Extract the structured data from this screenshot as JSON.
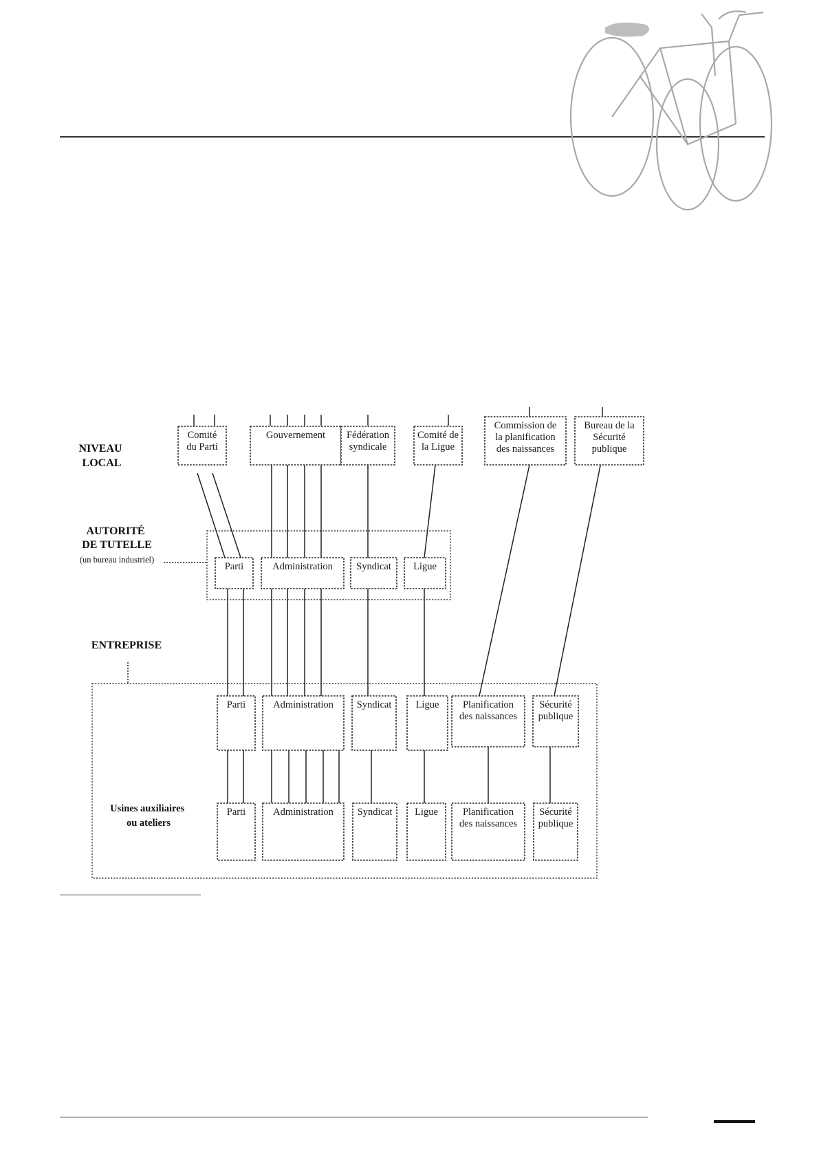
{
  "levels": {
    "local": [
      "NIVEAU",
      "LOCAL"
    ],
    "tutelle": [
      "AUTORITÉ",
      "DE TUTELLE"
    ],
    "tutelle_note": "(un bureau industriel)",
    "entreprise": "ENTREPRISE",
    "usines": [
      "Usines auxiliaires",
      "ou ateliers"
    ]
  },
  "local_boxes": [
    {
      "id": "comite-parti",
      "lines": [
        "Comité",
        "du Parti"
      ]
    },
    {
      "id": "gouvernement",
      "lines": [
        "Gouvernement"
      ]
    },
    {
      "id": "federation",
      "lines": [
        "Fédération",
        "syndicale"
      ]
    },
    {
      "id": "comite-ligue",
      "lines": [
        "Comité de",
        "la Ligue"
      ]
    },
    {
      "id": "commission",
      "lines": [
        "Commission de",
        "la planification",
        "des naissances"
      ]
    },
    {
      "id": "bureau-securite",
      "lines": [
        "Bureau de la",
        "Sécurité",
        "publique"
      ]
    }
  ],
  "tutelle_boxes": [
    {
      "id": "parti",
      "lines": [
        "Parti"
      ]
    },
    {
      "id": "administration",
      "lines": [
        "Administration"
      ]
    },
    {
      "id": "syndicat",
      "lines": [
        "Syndicat"
      ]
    },
    {
      "id": "ligue",
      "lines": [
        "Ligue"
      ]
    }
  ],
  "entreprise_boxes": [
    {
      "id": "parti",
      "lines": [
        "Parti"
      ]
    },
    {
      "id": "administration",
      "lines": [
        "Administration"
      ]
    },
    {
      "id": "syndicat",
      "lines": [
        "Syndicat"
      ]
    },
    {
      "id": "ligue",
      "lines": [
        "Ligue"
      ]
    },
    {
      "id": "planification",
      "lines": [
        "Planification",
        "des naissances"
      ]
    },
    {
      "id": "securite",
      "lines": [
        "Sécurité",
        "publique"
      ]
    }
  ],
  "usines_boxes": [
    {
      "id": "parti",
      "lines": [
        "Parti"
      ]
    },
    {
      "id": "administration",
      "lines": [
        "Administration"
      ]
    },
    {
      "id": "syndicat",
      "lines": [
        "Syndicat"
      ]
    },
    {
      "id": "ligue",
      "lines": [
        "Ligue"
      ]
    },
    {
      "id": "planification",
      "lines": [
        "Planification",
        "des naissances"
      ]
    },
    {
      "id": "securite",
      "lines": [
        "Sécurité",
        "publique"
      ]
    }
  ],
  "decoration": {
    "bicycle": "bicycle-illustration"
  }
}
